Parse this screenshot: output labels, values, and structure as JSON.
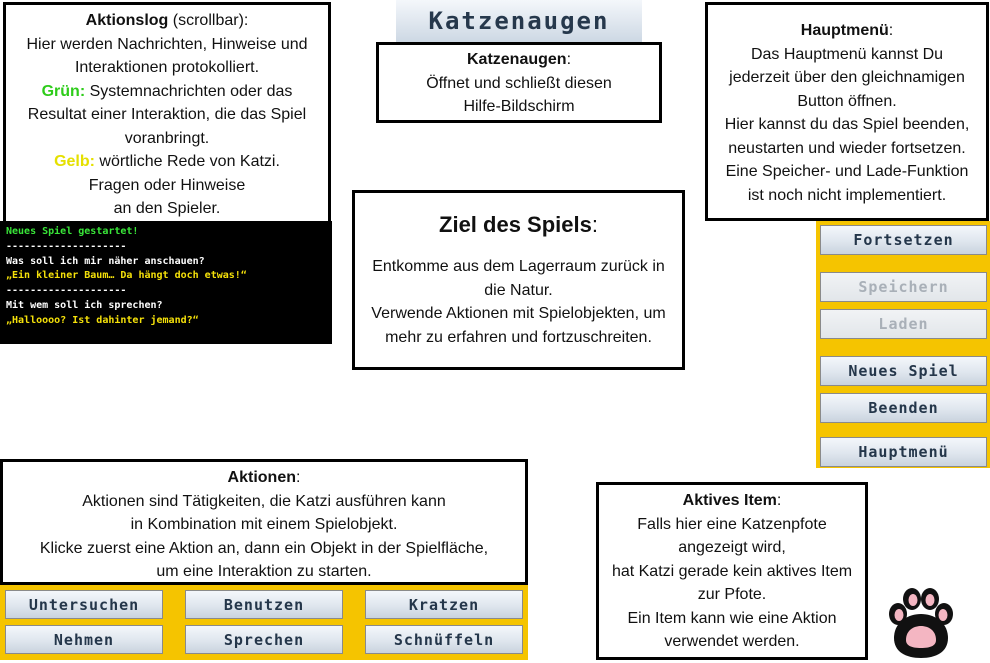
{
  "title_bar": "Katzenaugen",
  "log_help": {
    "heading": "Aktionslog",
    "heading_suffix": " (scrollbar):",
    "line1": "Hier werden Nachrichten, Hinweise und",
    "line2": "Interaktionen protokolliert.",
    "green_label": "Grün:",
    "green_text": " Systemnachrichten oder das",
    "green_line2": "Resultat einer Interaktion, die das Spiel",
    "green_line3": "voranbringt.",
    "yellow_label": "Gelb:",
    "yellow_text": " wörtliche Rede von Katzi.",
    "yellow_line2": "Fragen oder Hinweise",
    "yellow_line3": "an den Spieler."
  },
  "log": [
    {
      "text": "Neues Spiel gestartet!",
      "color": "green"
    },
    {
      "text": "--------------------",
      "color": "white"
    },
    {
      "text": "Was soll ich mir näher anschauen?",
      "color": "white"
    },
    {
      "text": "„Ein kleiner Baum… Da hängt doch etwas!“",
      "color": "yellow"
    },
    {
      "text": "--------------------",
      "color": "white"
    },
    {
      "text": "Mit wem soll ich sprechen?",
      "color": "white"
    },
    {
      "text": "„Halloooo? Ist dahinter jemand?“",
      "color": "yellow"
    }
  ],
  "eyes_help": {
    "heading": "Katzenaugen",
    "suffix": ":",
    "line1": "Öffnet und schließt diesen",
    "line2": "Hilfe-Bildschirm"
  },
  "menu_help": {
    "heading": "Hauptmenü",
    "suffix": ":",
    "line1": "Das Hauptmenü kannst Du",
    "line2": "jederzeit über den gleichnamigen",
    "line3": "Button öffnen.",
    "line4": "Hier kannst du das Spiel beenden,",
    "line5": "neustarten und wieder fortsetzen.",
    "line6": "Eine Speicher- und Lade-Funktion",
    "line7": "ist noch nicht implementiert."
  },
  "goal_help": {
    "heading": "Ziel des Spiels",
    "suffix": ":",
    "line1": "Entkomme aus dem Lagerraum zurück in",
    "line2": "die Natur.",
    "line3": "Verwende Aktionen mit Spielobjekten, um",
    "line4": "mehr zu erfahren und fortzuschreiten."
  },
  "menu": {
    "resume": "Fortsetzen",
    "save": "Speichern",
    "load": "Laden",
    "new_game": "Neues Spiel",
    "quit": "Beenden",
    "main_menu": "Hauptmenü"
  },
  "actions_help": {
    "heading": "Aktionen",
    "suffix": ":",
    "line1": "Aktionen sind Tätigkeiten, die Katzi ausführen kann",
    "line2": "in Kombination mit einem Spielobjekt.",
    "line3": "Klicke zuerst eine Aktion an, dann ein Objekt in der Spielfläche,",
    "line4": "um eine Interaktion zu starten."
  },
  "actions": {
    "examine": "Untersuchen",
    "use": "Benutzen",
    "scratch": "Kratzen",
    "take": "Nehmen",
    "talk": "Sprechen",
    "sniff": "Schnüffeln"
  },
  "item_help": {
    "heading": "Aktives Item",
    "suffix": ":",
    "line1": "Falls hier eine Katzenpfote",
    "line2": "angezeigt wird,",
    "line3": "hat Katzi gerade kein aktives Item",
    "line4": "zur Pfote.",
    "line5": "Ein Item kann wie eine Aktion",
    "line6": "verwendet werden."
  },
  "icons": {
    "paw": "cat-paw-icon"
  }
}
